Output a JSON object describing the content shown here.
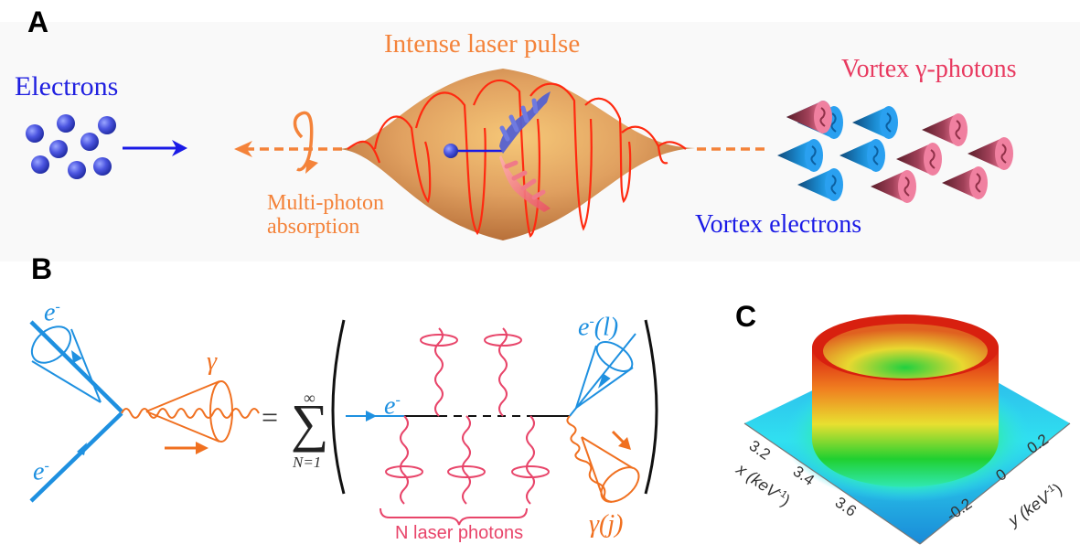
{
  "panels": {
    "a": {
      "label": "A",
      "electrons_label": "Electrons",
      "laser_label": "Intense laser pulse",
      "absorption_label_line1": "Multi-photon",
      "absorption_label_line2": "absorption",
      "vortex_photons_label": "Vortex γ-photons",
      "vortex_electrons_label": "Vortex electrons"
    },
    "b": {
      "label": "B",
      "electron_in_top": "e",
      "electron_in_bottom": "e",
      "minus": "-",
      "gamma": "γ",
      "equals": "=",
      "sum_symbol": "∑",
      "sum_upper": "∞",
      "sum_lower": "N=1",
      "electron_incoming": "e",
      "electron_out": "e",
      "electron_out_suffix": "(l)",
      "gamma_out": "γ(j)",
      "laser_photons_label": "N laser photons"
    },
    "c": {
      "label": "C",
      "x_axis_label": "x (keV",
      "y_axis_label": "y (keV",
      "axis_unit_exp": "-1",
      "x_ticks": [
        "3.2",
        "3.4",
        "3.6"
      ],
      "y_ticks": [
        "0.2",
        "0",
        "-0.2"
      ]
    }
  },
  "colors": {
    "electron_blue": "#1a1ae6",
    "laser_orange": "#f4833a",
    "photon_pink": "#e8456a",
    "feynman_blue": "#1e90e0",
    "feynman_orange": "#f07020"
  }
}
